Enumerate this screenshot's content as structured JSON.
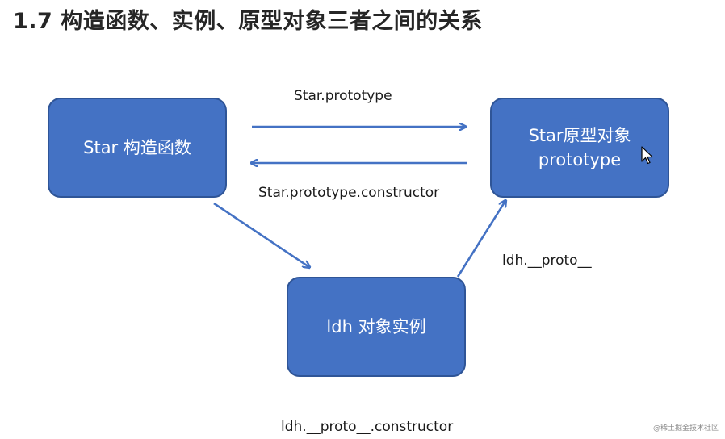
{
  "title": "1.7 构造函数、实例、原型对象三者之间的关系",
  "nodes": {
    "star": {
      "label": "Star 构造函数"
    },
    "prototype": {
      "line1": "Star原型对象",
      "line2": "prototype"
    },
    "ldh": {
      "label": "ldh 对象实例"
    }
  },
  "edges": {
    "star_to_prototype": "Star.prototype",
    "prototype_to_star": "Star.prototype.constructor",
    "ldh_to_prototype": "ldh.__proto__",
    "ldh_constructor": "ldh.__proto__.constructor"
  },
  "watermark": "@稀土掘金技术社区",
  "colors": {
    "box_fill": "#4472c4",
    "box_border": "#2f5597",
    "arrow": "#4472c4"
  }
}
